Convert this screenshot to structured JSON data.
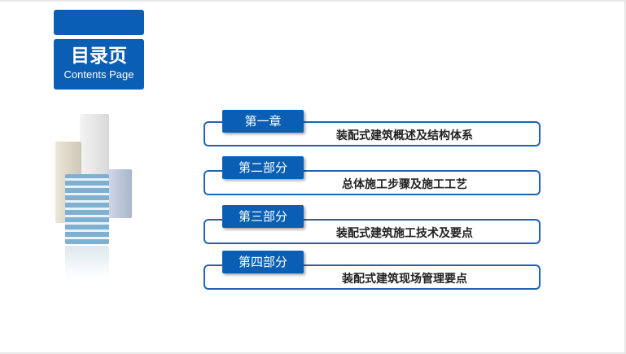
{
  "header": {
    "title": "目录页",
    "subtitle": "Contents Page"
  },
  "items": [
    {
      "label": "第一章",
      "text": "装配式建筑概述及结构体系"
    },
    {
      "label": "第二部分",
      "text": "总体施工步骤及施工工艺"
    },
    {
      "label": "第三部分",
      "text": "装配式建筑施工技术及要点"
    },
    {
      "label": "第四部分",
      "text": "装配式建筑现场管理要点"
    }
  ]
}
